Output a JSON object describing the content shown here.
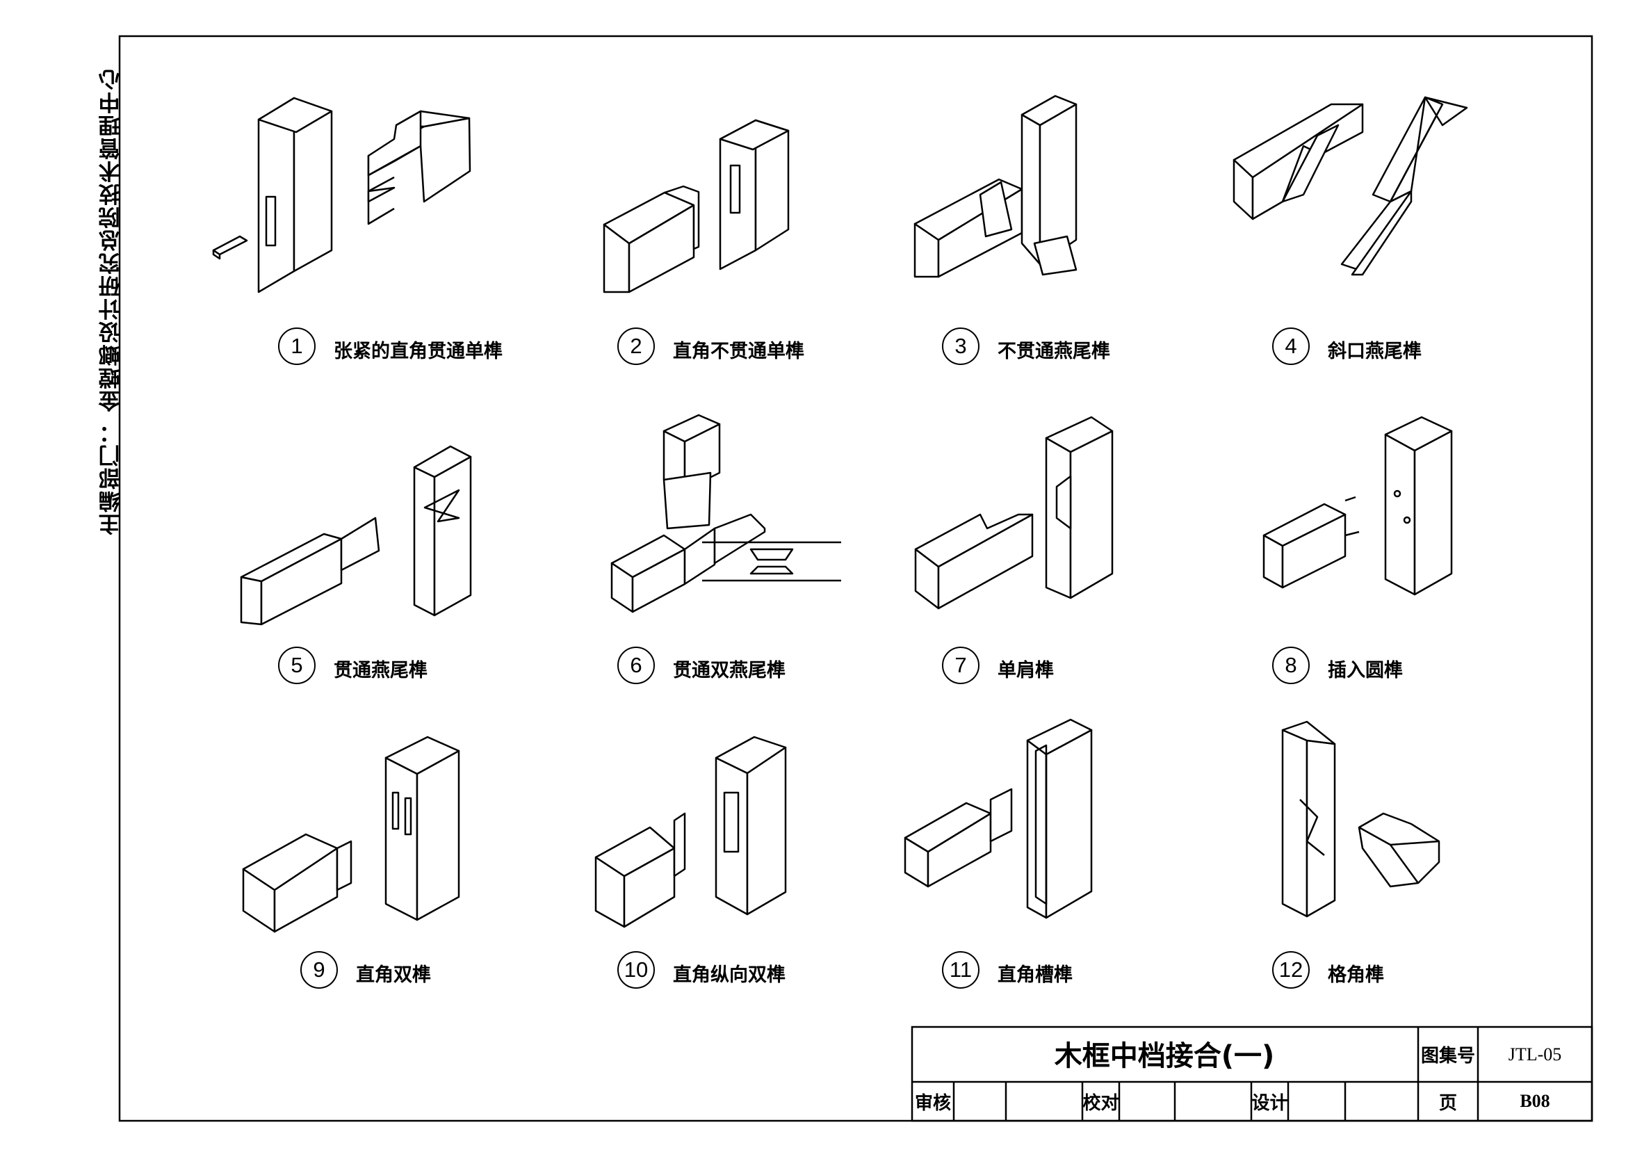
{
  "side_label": "主编部门：  金螳螂设计研究总院技术管理中心",
  "figures": [
    {
      "num": "1",
      "caption": "张紧的直角贯通单榫"
    },
    {
      "num": "2",
      "caption": "直角不贯通单榫"
    },
    {
      "num": "3",
      "caption": "不贯通燕尾榫"
    },
    {
      "num": "4",
      "caption": "斜口燕尾榫"
    },
    {
      "num": "5",
      "caption": "贯通燕尾榫"
    },
    {
      "num": "6",
      "caption": "贯通双燕尾榫"
    },
    {
      "num": "7",
      "caption": "单肩榫"
    },
    {
      "num": "8",
      "caption": "插入圆榫"
    },
    {
      "num": "9",
      "caption": "直角双榫"
    },
    {
      "num": "10",
      "caption": "直角纵向双榫"
    },
    {
      "num": "11",
      "caption": "直角槽榫"
    },
    {
      "num": "12",
      "caption": "格角榫"
    }
  ],
  "title_block": {
    "title": "木框中档接合(一)",
    "atlas_label": "图集号",
    "atlas_no": "JTL-05",
    "review_label": "审核",
    "check_label": "校对",
    "design_label": "设计",
    "page_label": "页",
    "page_no": "B08"
  }
}
